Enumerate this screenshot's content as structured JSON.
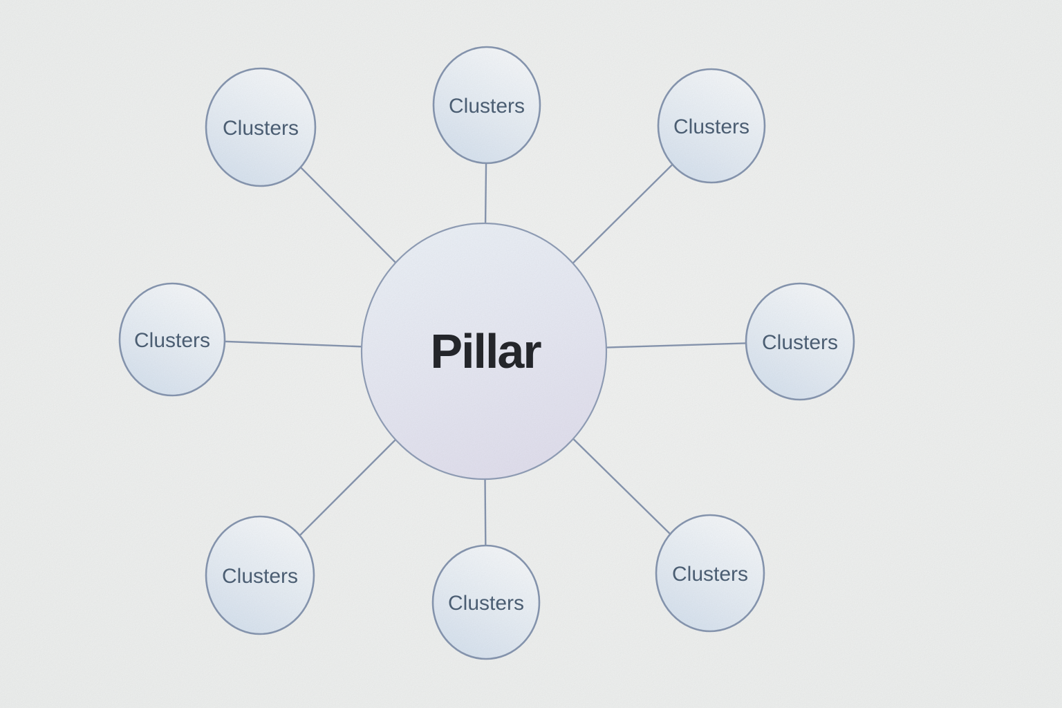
{
  "diagram": {
    "type": "hub-and-spoke",
    "center_node": {
      "label": "Pillar"
    },
    "cluster_nodes": [
      {
        "label": "Clusters",
        "position": "top-left"
      },
      {
        "label": "Clusters",
        "position": "top-center"
      },
      {
        "label": "Clusters",
        "position": "top-right"
      },
      {
        "label": "Clusters",
        "position": "middle-left"
      },
      {
        "label": "Clusters",
        "position": "middle-right"
      },
      {
        "label": "Clusters",
        "position": "bottom-left"
      },
      {
        "label": "Clusters",
        "position": "bottom-center"
      },
      {
        "label": "Clusters",
        "position": "bottom-right"
      }
    ],
    "connections": [
      {
        "from": "Pillar",
        "to": "Clusters (top-left)"
      },
      {
        "from": "Pillar",
        "to": "Clusters (top-center)"
      },
      {
        "from": "Pillar",
        "to": "Clusters (top-right)"
      },
      {
        "from": "Pillar",
        "to": "Clusters (middle-left)"
      },
      {
        "from": "Pillar",
        "to": "Clusters (middle-right)"
      },
      {
        "from": "Pillar",
        "to": "Clusters (bottom-left)"
      },
      {
        "from": "Pillar",
        "to": "Clusters (bottom-center)"
      },
      {
        "from": "Pillar",
        "to": "Clusters (bottom-right)"
      }
    ],
    "colors": {
      "background": "#f5f6f5",
      "connector": "#8a99b3",
      "node_border": "#8a9ab4",
      "cluster_fill_top": "#fbfdff",
      "cluster_fill_bottom": "#dbe7f4",
      "pillar_fill_top": "#f1f6fc",
      "pillar_fill_bottom": "#e6e4f3",
      "cluster_text": "#4f6278",
      "pillar_text": "#26282d"
    }
  }
}
